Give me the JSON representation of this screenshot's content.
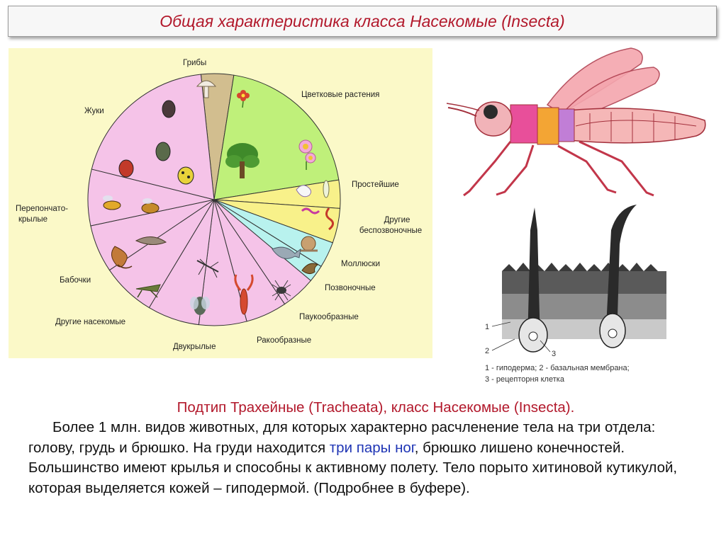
{
  "title": "Общая характеристика класса Насекомые (Insecta)",
  "pie": {
    "labels": {
      "griby": "Грибы",
      "tsvetkovye": "Цветковые растения",
      "prosteyshie": "Простейшие",
      "drugie_bespoz_1": "Другие",
      "drugie_bespoz_2": "беспозвоночные",
      "mollyuski": "Моллюски",
      "pozvonochnye": "Позвоночные",
      "paukoobraznye": "Паукообразные",
      "rakoobraznye": "Ракообразные",
      "dvukrylye": "Двукрылые",
      "drugie_nasekomye": "Другие насекомые",
      "babochki": "Бабочки",
      "pereponchato_1": "Перепончато-",
      "pereponchato_2": "крылые",
      "zhuki": "Жуки"
    },
    "colors": {
      "fungi": "#d2be8f",
      "plants": "#bff07a",
      "yellow": "#f8f18a",
      "cyan": "#b8f2ee",
      "insects": "#f5c3e8"
    }
  },
  "cuticle": {
    "n1": "1",
    "n2": "2",
    "n3": "3",
    "legend1": "1 - гиподерма; 2 - базальная мембрана;",
    "legend2": "3 - рецепторня клетка"
  },
  "text": {
    "subtitle": "Подтип Трахейные (Tracheata), класс Насекомые (Insecta).",
    "p1": "Более 1 млн. видов животных, для которых характерно расчленение тела на три отдела: голову, грудь и брюшко. На груди находится ",
    "highlight": "три пары ног",
    "p2": ", брюшко лишено конечностей. Большинство имеют крылья и способны к активному полету. Тело порыто хитиновой кутикулой, которая выделяется кожей – гиподермой. (Подробнее в буфере)."
  }
}
